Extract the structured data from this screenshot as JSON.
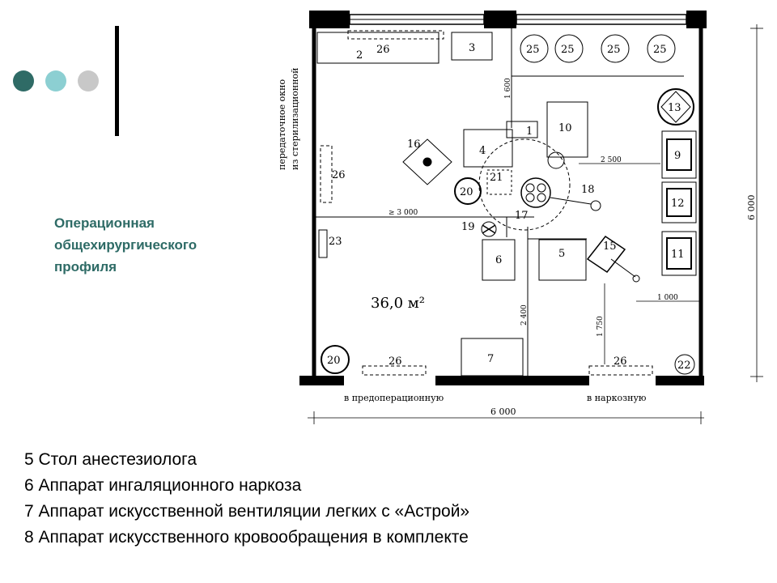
{
  "slide": {
    "title_lines": [
      "Операционная",
      "общехирургического",
      "профиля"
    ],
    "dot_colors": [
      "#2f6b66",
      "#8ccfd2",
      "#c8c8c8"
    ],
    "accent_color": "#2e6b66"
  },
  "plan": {
    "area": "36,0 м²",
    "window_label_1": "передаточное окно",
    "window_label_2": "из стерилизационной",
    "door_left": "в предоперационную",
    "door_right": "в наркозную",
    "dim_width": "6 000",
    "dim_height": "6 000",
    "dim_1600": "1 600",
    "dim_2500": "2 500",
    "dim_3000": "≥ 3 000",
    "dim_2400": "2 400",
    "dim_1000": "1 000",
    "dim_1750": "1 750",
    "items": {
      "n1": "1",
      "n2": "2",
      "n3": "3",
      "n4": "4",
      "n5": "5",
      "n6": "6",
      "n7": "7",
      "n9": "9",
      "n10": "10",
      "n11": "11",
      "n12": "12",
      "n13": "13",
      "n15": "15",
      "n16": "16",
      "n17": "17",
      "n18": "18",
      "n19": "19",
      "n20": "20",
      "n21": "21",
      "n22": "22",
      "n23": "23",
      "n25": "25",
      "n26": "26"
    }
  },
  "legend": [
    "5 Стол анестезиолога",
    "6 Аппарат ингаляционного наркоза",
    "7 Аппарат искусственной вентиляции легких с «Астрой»",
    "8 Аппарат искусственного кровообращения в комплекте"
  ]
}
